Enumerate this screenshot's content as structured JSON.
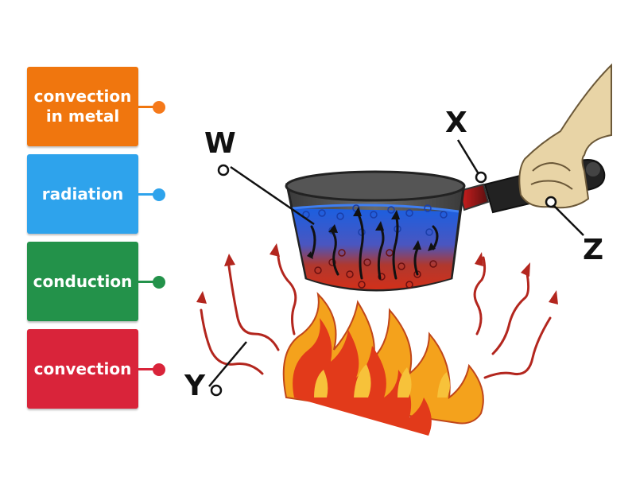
{
  "cards": [
    {
      "label": "convection\nin metal",
      "color": "#f0760e",
      "dot": "#f5791a"
    },
    {
      "label": "radiation",
      "color": "#2ea3ec",
      "dot": "#2ea3ec"
    },
    {
      "label": "conduction",
      "color": "#23924a",
      "dot": "#23924a"
    },
    {
      "label": "convection",
      "color": "#d9243a",
      "dot": "#d9243a"
    }
  ],
  "markers": {
    "w": "W",
    "x": "X",
    "y": "Y",
    "z": "Z"
  }
}
